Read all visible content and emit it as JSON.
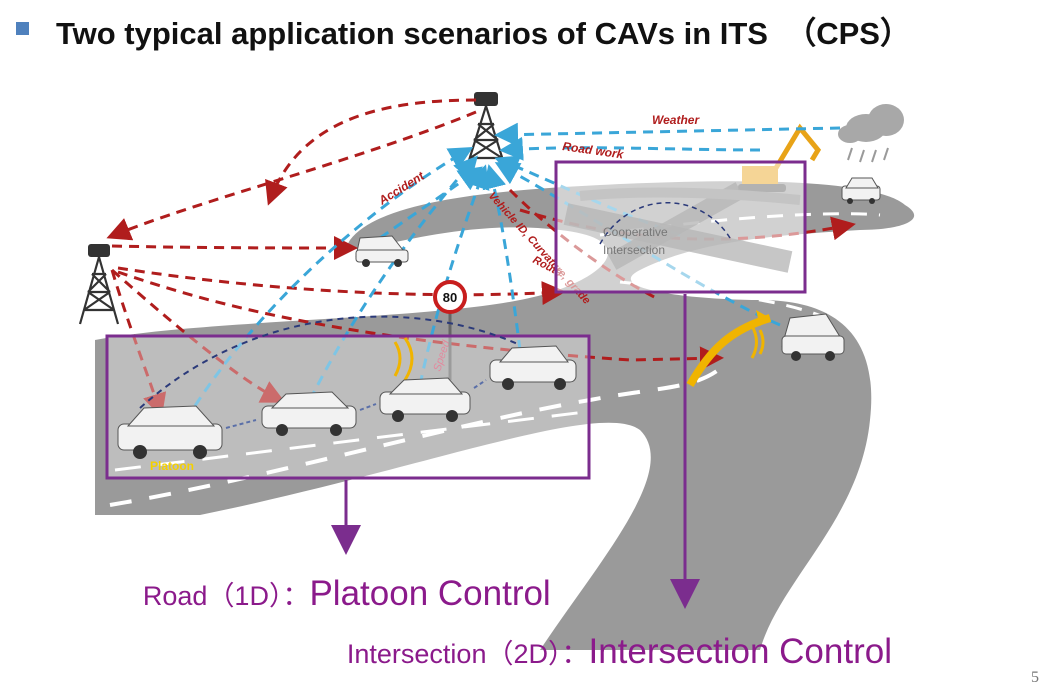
{
  "slide": {
    "title": "Two typical application scenarios of CAVs in ITS  （CPS）",
    "page_number": "5"
  },
  "figure": {
    "event_labels": {
      "weather": "Weather",
      "road_work": "Road work",
      "accident": "Accident",
      "vehicle_info": "Vehicle ID, Curvature, grade",
      "route": "Route",
      "speed": "Speed"
    },
    "speed_sign": "80",
    "platoon_label": "Platoon",
    "cooperative_intersection_label": "Cooperative\nIntersection",
    "colors": {
      "frame": "#7b2d8e",
      "red_link": "#b01d1d",
      "blue_link": "#3aa6d8",
      "road": "#8c8c8c"
    }
  },
  "labels": {
    "road_prefix": "Road（1D）：",
    "road_main": "Platoon Control",
    "intersection_prefix": "Intersection（2D）：",
    "intersection_main": "Intersection Control"
  }
}
